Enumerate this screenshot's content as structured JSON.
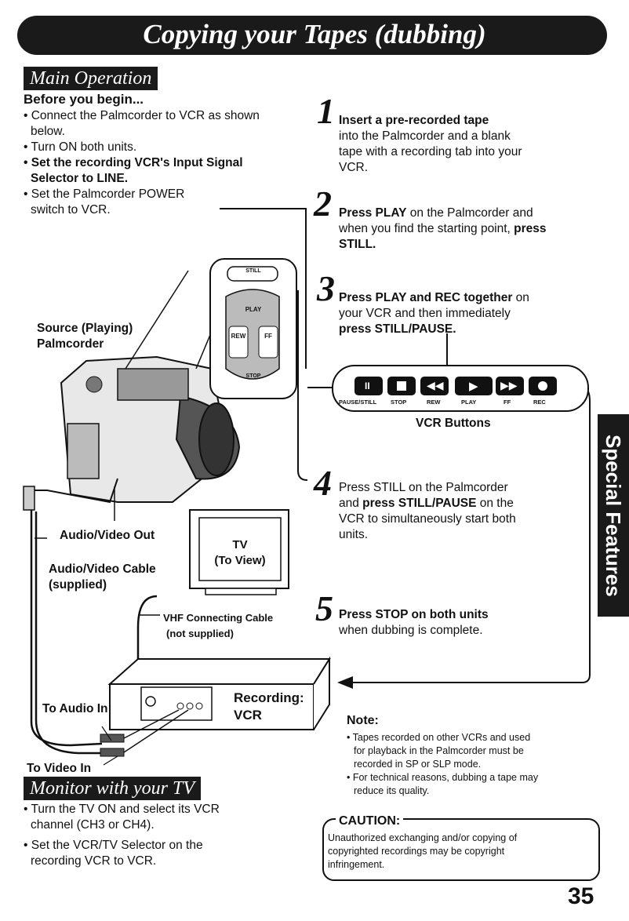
{
  "header": {
    "title": "Copying your Tapes (dubbing)"
  },
  "main_operation": {
    "heading": "Main Operation",
    "before_title": "Before you begin...",
    "items": [
      "• Connect the Palmcorder to VCR as shown",
      "below.",
      "• Turn ON both units.",
      "• Set the recording VCR's Input Signal",
      "Selector to LINE.",
      "• Set the Palmcorder POWER",
      "switch to VCR."
    ]
  },
  "steps": [
    {
      "num": "1",
      "lines": [
        "Insert a pre-recorded tape",
        "into the Palmcorder and a blank",
        "tape with a recording tab into your",
        "VCR."
      ]
    },
    {
      "num": "2",
      "line1a": "Press PLAY",
      "line1b": " on the Palmcorder and",
      "line2a": "when you find the starting point, ",
      "line2b": "press",
      "line3": "STILL."
    },
    {
      "num": "3",
      "line1a": "Press PLAY and REC together",
      "line1b": " on",
      "line2": "your VCR and then immediately",
      "line3": "press STILL/PAUSE."
    },
    {
      "num": "4",
      "line1": "Press STILL on the Palmcorder",
      "line2a": "and ",
      "line2b": "press STILL/PAUSE",
      "line2c": " on the",
      "line3": "VCR to simultaneously start both",
      "line4": "units."
    },
    {
      "num": "5",
      "line1": "Press STOP on both units",
      "line2": "when dubbing is complete."
    }
  ],
  "diagram": {
    "source_label_1": "Source (Playing)",
    "source_label_2": "Palmcorder",
    "remote_still": "STILL",
    "remote_play": "PLAY",
    "remote_rew": "REW",
    "remote_ff": "FF",
    "remote_stop": "STOP",
    "vcr_buttons": [
      "PAUSE/STILL",
      "STOP",
      "REW",
      "PLAY",
      "FF",
      "REC"
    ],
    "vcr_buttons_title": "VCR Buttons",
    "av_out": "Audio/Video Out",
    "av_cable_1": "Audio/Video Cable",
    "av_cable_2": "(supplied)",
    "tv_1": "TV",
    "tv_2": "(To View)",
    "vhf_1": "VHF Connecting Cable",
    "vhf_2": "(not supplied)",
    "recording_1": "Recording:",
    "recording_2": "VCR",
    "to_audio": "To Audio In",
    "to_video": "To Video In"
  },
  "note": {
    "title": "Note:",
    "items": [
      [
        "• Tapes recorded on other VCRs and used",
        "for playback in the Palmcorder must be",
        "recorded in SP or SLP mode."
      ],
      [
        "• For technical reasons, dubbing a tape may",
        "reduce its quality."
      ]
    ]
  },
  "caution": {
    "title": "CAUTION:",
    "lines": [
      "Unauthorized exchanging and/or copying of",
      "copyrighted recordings may be copyright",
      "infringement."
    ]
  },
  "monitor": {
    "heading": "Monitor with your TV",
    "items": [
      [
        "• Turn the TV ON and select its VCR",
        "channel (CH3 or CH4)."
      ],
      [
        "• Set the VCR/TV Selector on the",
        "recording VCR to VCR."
      ]
    ]
  },
  "side_tab": "Special Features",
  "page_number": "35"
}
